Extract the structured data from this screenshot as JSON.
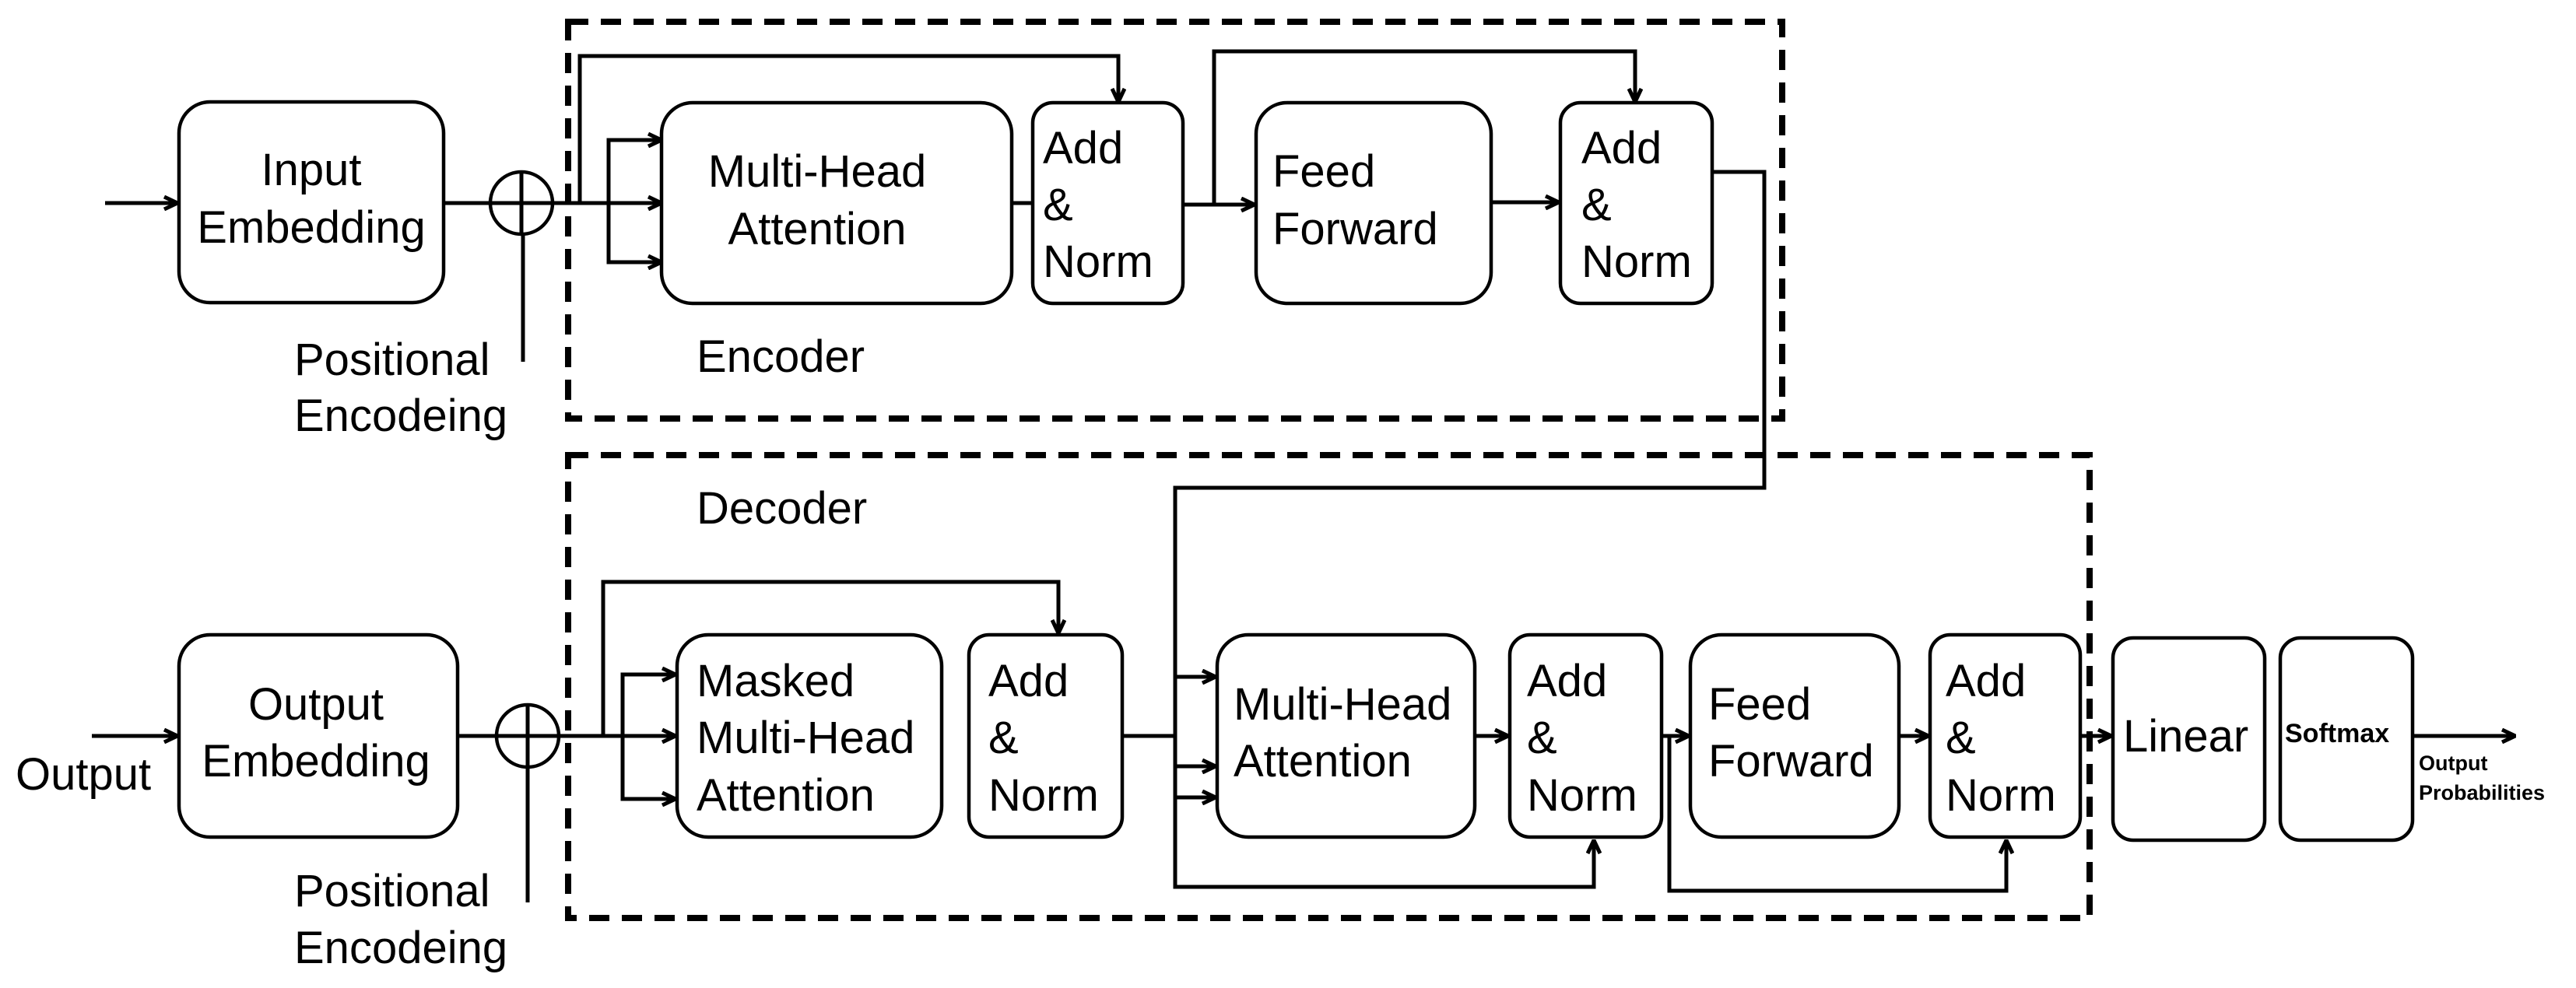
{
  "encoder": {
    "label": "Encoder",
    "input_embedding": [
      "Input",
      "Embedding"
    ],
    "positional_encoding": [
      "Positional",
      "Encodeing"
    ],
    "multi_head_attention": [
      "Multi-Head",
      "Attention"
    ],
    "add_norm_1": [
      "Add",
      "&",
      "Norm"
    ],
    "feed_forward": [
      "Feed",
      "Forward"
    ],
    "add_norm_2": [
      "Add",
      "&",
      "Norm"
    ]
  },
  "decoder": {
    "label": "Decoder",
    "output_label": "Output",
    "output_embedding": [
      "Output",
      "Embedding"
    ],
    "positional_encoding": [
      "Positional",
      "Encodeing"
    ],
    "masked_attention": [
      "Masked",
      "Multi-Head",
      "Attention"
    ],
    "add_norm_1": [
      "Add",
      "&",
      "Norm"
    ],
    "multi_head_attention": [
      "Multi-Head",
      "Attention"
    ],
    "add_norm_2": [
      "Add",
      "&",
      "Norm"
    ],
    "feed_forward": [
      "Feed",
      "Forward"
    ],
    "add_norm_3": [
      "Add",
      "&",
      "Norm"
    ]
  },
  "output_layers": {
    "linear": "Linear",
    "softmax": "Softmax",
    "output_probabilities": [
      "Output",
      "Probabilities"
    ]
  }
}
